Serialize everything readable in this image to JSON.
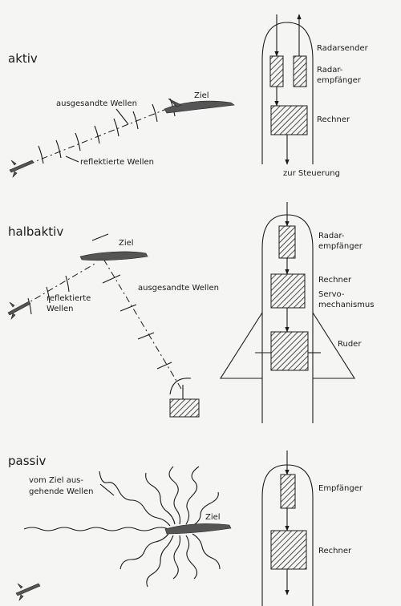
{
  "sections": {
    "aktiv": {
      "heading": "aktiv",
      "emitted": "ausgesandte Wellen",
      "target": "Ziel",
      "reflected": "reflektierte Wellen",
      "radar_sender": "Radarsender",
      "radar_receiver": [
        "Radar-",
        "empfänger"
      ],
      "computer": "Rechner",
      "to_control": "zur Steuerung"
    },
    "halbaktiv": {
      "heading": "halbaktiv",
      "target": "Ziel",
      "reflected": [
        "reflektierte",
        "Wellen"
      ],
      "emitted": "ausgesandte Wellen",
      "radar_receiver": [
        "Radar-",
        "empfänger"
      ],
      "computer": "Rechner",
      "servo": [
        "Servo-",
        "mechanismus"
      ],
      "rudder": "Ruder"
    },
    "passiv": {
      "heading": "passiv",
      "emitted_from_target": [
        "vom Ziel aus-",
        "gehende Wellen"
      ],
      "target": "Ziel",
      "receiver": "Empfänger",
      "computer": "Rechner"
    }
  }
}
